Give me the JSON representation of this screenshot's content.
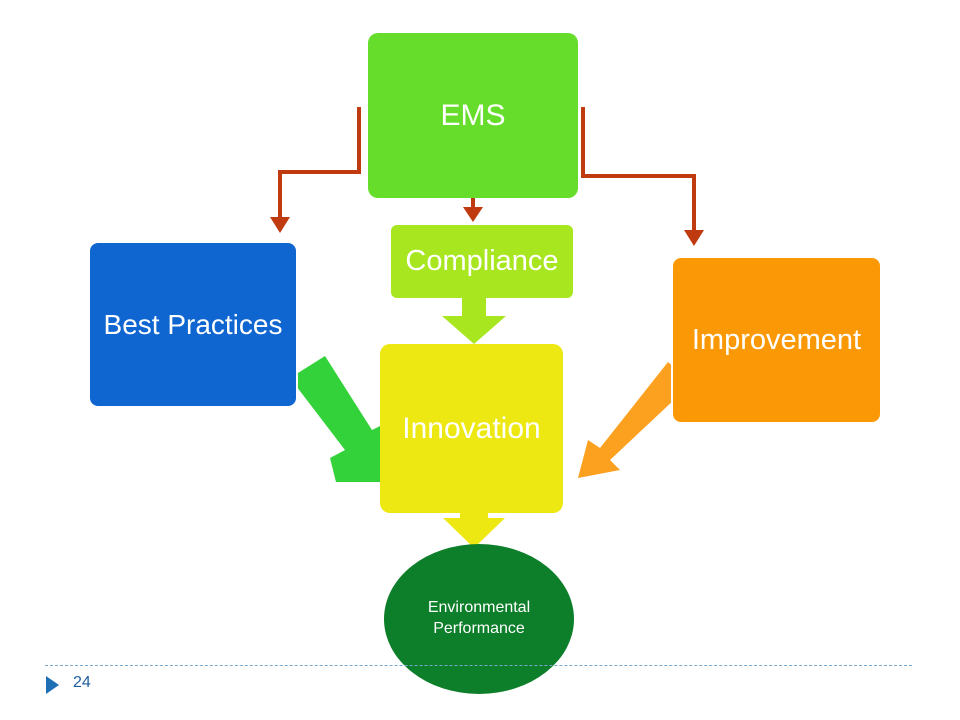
{
  "diagram": {
    "nodes": {
      "ems": "EMS",
      "compliance": "Compliance",
      "best_practices": "Best Practices",
      "improvement": "Improvement",
      "innovation": "Innovation",
      "environmental_performance": "Environmental Performance"
    },
    "edges": [
      {
        "from": "ems",
        "to": "best_practices"
      },
      {
        "from": "ems",
        "to": "compliance"
      },
      {
        "from": "ems",
        "to": "improvement"
      },
      {
        "from": "compliance",
        "to": "innovation"
      },
      {
        "from": "best_practices",
        "to": "innovation"
      },
      {
        "from": "improvement",
        "to": "innovation"
      },
      {
        "from": "innovation",
        "to": "environmental_performance"
      }
    ]
  },
  "footer": {
    "page_number": "24"
  },
  "colors": {
    "ems": "#66dd2a",
    "compliance": "#a8e620",
    "best_practices": "#0f66d0",
    "improvement": "#fb9806",
    "innovation": "#eee812",
    "environmental_performance": "#0d7e2a",
    "connector": "#c03a10",
    "best_practices_arrow": "#34d23a",
    "improvement_arrow": "#fca020",
    "compliance_arrow": "#a8e620",
    "innovation_arrow": "#eee812"
  }
}
